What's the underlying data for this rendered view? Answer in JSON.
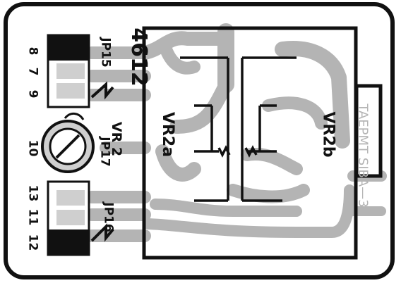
{
  "board": {
    "part_number": "4612",
    "pin_labels": {
      "top": [
        "8",
        "7",
        "9"
      ],
      "middle": "10",
      "bottom": [
        "13",
        "11",
        "12"
      ]
    },
    "jumpers": [
      "JP15",
      "JP17",
      "JP16"
    ],
    "trimmer": "VR 2",
    "pot_sections": [
      "VR2a",
      "VR2b"
    ],
    "edge_text": "TAEPMT SIBA—3"
  },
  "colors": {
    "ink": "#111111",
    "trace": "#b4b4b4",
    "paper": "#ffffff"
  }
}
